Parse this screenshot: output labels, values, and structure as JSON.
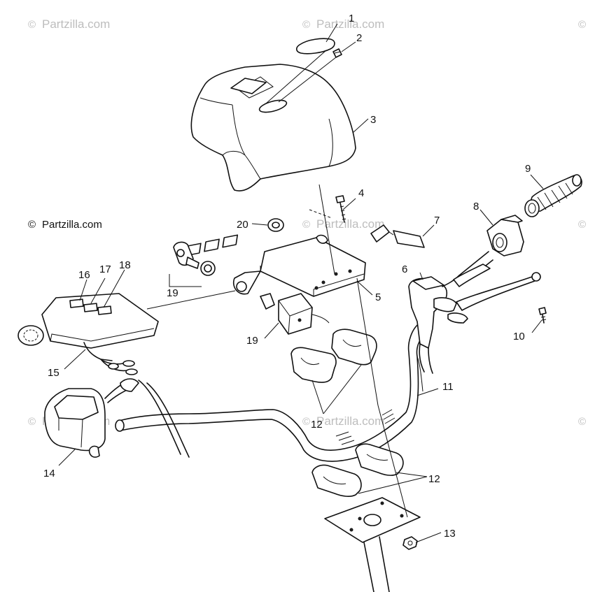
{
  "watermark": {
    "site": "Partzilla.com",
    "copyright_symbol": "©"
  },
  "callouts": {
    "c1": "1",
    "c2": "2",
    "c3": "3",
    "c4": "4",
    "c5": "5",
    "c6": "6",
    "c7": "7",
    "c8": "8",
    "c9": "9",
    "c10": "10",
    "c11": "11",
    "c12a": "12",
    "c12b": "12",
    "c13": "13",
    "c14": "14",
    "c15": "15",
    "c16": "16",
    "c17": "17",
    "c18": "18",
    "c19a": "19",
    "c19b": "19",
    "c20": "20"
  },
  "colors": {
    "line": "#111111",
    "watermark": "#bdbdbd",
    "background": "#ffffff"
  }
}
